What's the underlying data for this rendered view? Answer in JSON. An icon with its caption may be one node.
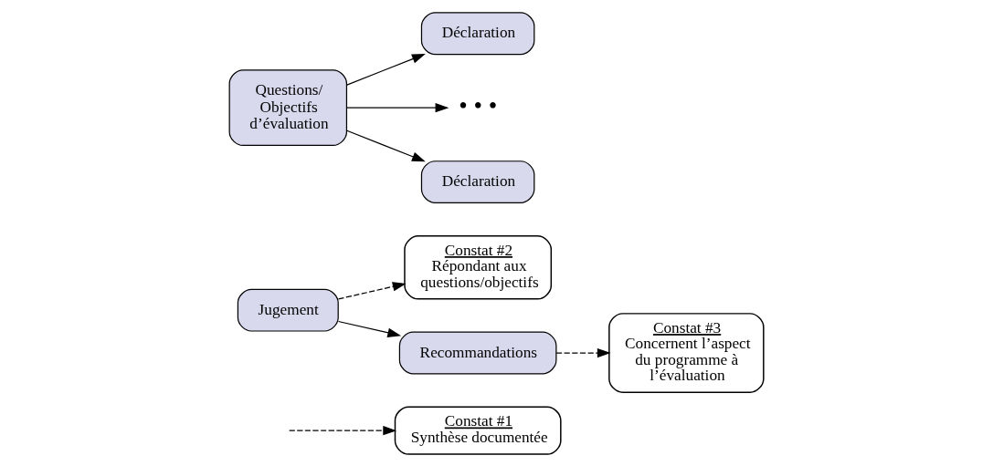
{
  "diagram": {
    "nodes": [
      {
        "text": [
          "Constat #1",
          "Synthèse documentée"
        ]
      },
      {
        "text": [
          "Constat #2",
          "Répondant aux questions/objectifs"
        ]
      },
      {
        "text": [
          "Constat #3",
          "Concernent l’aspect du programme à l’évaluation"
        ]
      },
      {
        "text": [
          "Questions/ Objectifs d’évaluation"
        ]
      },
      {
        "text": [
          "Déclaration"
        ]
      },
      {
        "text": [
          "• • •"
        ]
      },
      {
        "text": [
          "Déclaration"
        ]
      },
      {
        "text": [
          "Jugement"
        ]
      },
      {
        "text": [
          "Recommandations"
        ]
      }
    ],
    "edges": [
      {
        "from": 3,
        "to": 4,
        "arrow": "to"
      },
      {
        "from": 3,
        "to": 5,
        "arrow": "to"
      },
      {
        "from": 3,
        "to": 6,
        "arrow": "to"
      },
      {
        "from": 7,
        "to": 8,
        "arrow": "to"
      },
      {
        "from": null,
        "to": 0,
        "arrow": "to",
        "style": "dashed"
      },
      {
        "from": 7,
        "to": 1,
        "arrow": "to",
        "style": "dashed"
      },
      {
        "from": 8,
        "to": 2,
        "arrow": "to",
        "style": "dashed"
      }
    ]
  }
}
